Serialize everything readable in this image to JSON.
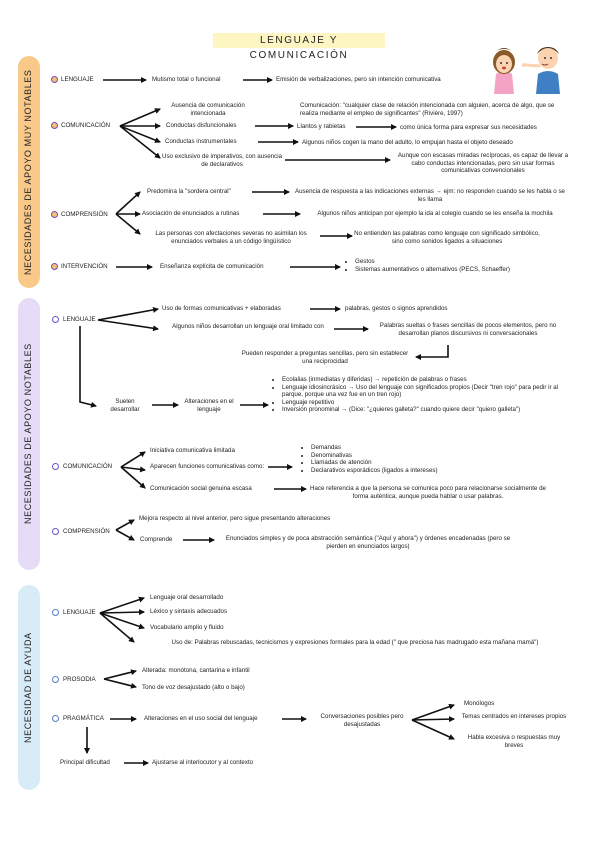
{
  "title": "LENGUAJE Y COMUNICACIÓN",
  "colors": {
    "orange_band": "#f9c98a",
    "purple_band": "#e6dcf7",
    "blue_band": "#d8ecf8",
    "title_bg": "#fdf6c3"
  },
  "sections": {
    "s1": {
      "label": "NECESIDADES DE APOYO MUY NOTABLES",
      "lenguaje": {
        "label": "LENGUAJE",
        "a": "Mutismo total o funcional",
        "b": "Emisión de verbalizaciones, pero sin intención comunicativa"
      },
      "comunicacion": {
        "label": "COMUNICACIÓN",
        "n1": "Ausencia de comunicación intencionada",
        "n1_note": "Comunicación: \"cualquier clase de relación intencionada con alguien, acerca de algo, que se realiza mediante el empleo de significantes\" (Rivière, 1997)",
        "n2": "Conductas disfuncionales",
        "n2_b": "Llantos y rabietas",
        "n2_c": "como única forma para expresar sus necesidades",
        "n3": "Conductas instrumentales",
        "n3_b": "Algunos niños cogen la mano del adulto, lo empujan hasta el objeto deseado",
        "n4": "Uso exclusivo de imperativos, con ausencia de declarativos",
        "n4_b": "Aunque con escasas miradas recíprocas, es capaz de llevar a cabo conductas intencionadas, pero sin usar formas comunicativas convencionales"
      },
      "comprension": {
        "label": "COMPRENSIÓN",
        "n1": "Predomina la \"sordera central\"",
        "n1_b": "Ausencia de respuesta a las indicaciones externas → ejm: no responden cuando se les habla o se les llama",
        "n2": "Asociación de enunciados a rutinas",
        "n2_b": "Algunos niños anticipan por ejemplo la ida al colegio cuando se les enseña la mochila",
        "n3": "Las personas con afectaciones severas no asimilan los enunciados verbales a un código lingüístico",
        "n3_b": "No entienden las palabras como lenguaje con significado simbólico, sino como sonidos ligados a situaciones"
      },
      "intervencion": {
        "label": "INTERVENCIÓN",
        "a": "Enseñanza explícita de comunicación",
        "items": [
          "Gestos",
          "Sistemas aumentativos o alternativos (PECS, Schaeffer)"
        ]
      }
    },
    "s2": {
      "label": "NECESIDADES DE APOYO NOTABLES",
      "lenguaje": {
        "label": "LENGUAJE",
        "n1": "Uso de formas comunicativas + elaboradas",
        "n1_b": "palabras, gestos o signos aprendidos",
        "n2": "Algunos niños desarrollan un lenguaje oral limitado con",
        "n2_b": "Palabras sueltas o frases sencillas de pocos elementos, pero no desarrollan planos discursivos ni conversacionales",
        "n2_c": "Pueden responder a preguntas sencillas, pero sin establecer una reciprocidad",
        "n3": "Suelen desarrollar",
        "n3_b": "Alteraciones en el lenguaje",
        "n3_items": [
          "Ecolalias (inmediatas y diferidas) → repetición de palabras o frases",
          "Lenguaje idiosincrásico → Uso del lenguaje con significados propios (Decir \"tren rojo\" para pedir ir al parque, porque una vez fue en un tren rojo)",
          "Lenguaje repetitivo",
          "Inversión pronominal → (Dice: \"¿quieres galleta?\" cuando quiere decir \"quiero galleta\")"
        ]
      },
      "comunicacion": {
        "label": "COMUNICACIÓN",
        "n1": "Iniciativa comunicativa limitada",
        "n2": "Aparecen funciones comunicativas como:",
        "n2_items": [
          "Demandas",
          "Denominativas",
          "Llamadas de atención",
          "Declarativos esporádicos (ligados a intereses)"
        ],
        "n3": "Comunicación social genuina escasa",
        "n3_b": "Hace referencia a que la persona se comunica poco para relacionarse socialmente de forma auténtica, aunque pueda hablar o usar palabras."
      },
      "comprension": {
        "label": "COMPRENSIÓN",
        "n1": "Mejora respecto al nivel anterior, pero sigue presentando alteraciones",
        "n2": "Comprende",
        "n2_b": "Enunciados simples y de poca abstracción semántica (\"Aquí y ahora\") y órdenes encadenadas (pero se pierden en enunciados largos)"
      }
    },
    "s3": {
      "label": "NECESIDAD DE AYUDA",
      "lenguaje": {
        "label": "LENGUAJE",
        "n1": "Lenguaje oral desarrollado",
        "n2": "Léxico y sintaxis adecuados",
        "n3": "Vocabulario amplio y fluido",
        "n4": "Uso de: Palabras rebuscadas, tecnicismos y expresiones formales para la edad (\" que preciosa has madrugado esta mañana mamá\")"
      },
      "prosodia": {
        "label": "PROSODIA",
        "n1": "Alterada: monótona, cantarina e infantil",
        "n2": "Tono de voz desajustado (alto o bajo)"
      },
      "pragmatica": {
        "label": "PRAGMÁTICA",
        "a": "Alteraciones en el uso social del lenguaje",
        "b": "Conversaciones posibles pero desajustadas",
        "items": [
          "Monólogos",
          "Temas centrados en intereses propios",
          "Habla excesiva o respuestas muy breves"
        ],
        "principal": "Principal dificultad",
        "principal_b": "Ajustarse al interlocutor y al contexto"
      }
    }
  }
}
